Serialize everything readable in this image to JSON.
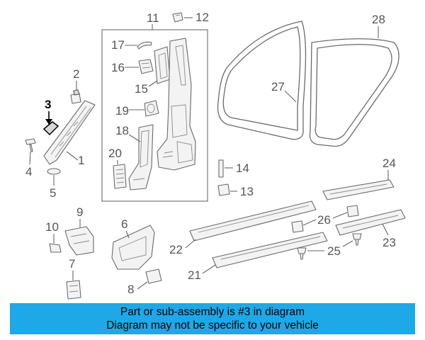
{
  "callouts": {
    "c1": "1",
    "c2": "2",
    "c3": "3",
    "c4": "4",
    "c5": "5",
    "c6": "6",
    "c7": "7",
    "c8": "8",
    "c9": "9",
    "c10": "10",
    "c11": "11",
    "c12": "12",
    "c13": "13",
    "c14": "14",
    "c15": "15",
    "c16": "16",
    "c17": "17",
    "c18": "18",
    "c19": "19",
    "c20": "20",
    "c21": "21",
    "c22": "22",
    "c23": "23",
    "c24": "24",
    "c25": "25",
    "c26": "26",
    "c27": "27",
    "c28": "28"
  },
  "highlighted_part": "3",
  "banner": {
    "line1": "Part or sub-assembly is #3 in diagram",
    "line2": "Diagram may not be specific to your vehicle"
  },
  "colors": {
    "banner_bg": "#1ea8e8",
    "highlight": "#000000"
  }
}
